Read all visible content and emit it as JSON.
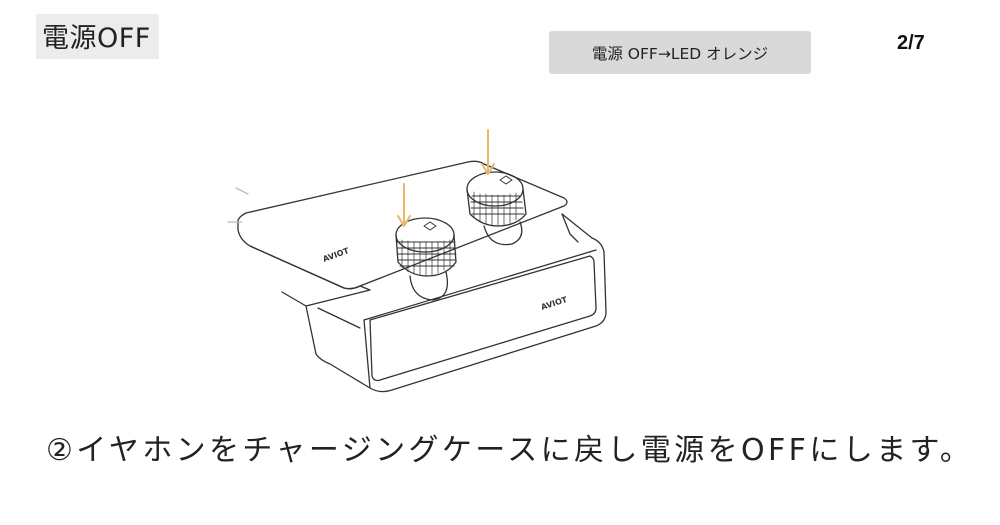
{
  "slide": {
    "title": "電源OFF",
    "status": "電源 OFF→LED オレンジ",
    "page": "2/7"
  },
  "illustration": {
    "brand": "AVIOT",
    "arrow_color": "#e6b76a",
    "line_color": "#333333"
  },
  "instruction": {
    "text": "②イヤホンをチャージングケースに戻し電源をOFFにします。"
  }
}
